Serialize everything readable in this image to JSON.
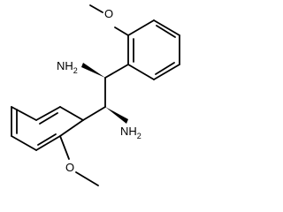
{
  "diagram": {
    "type": "chemical-structure",
    "atom_labels": {
      "amine_top": "NH",
      "amine_top_sub": "2",
      "amine_bottom": "NH",
      "amine_bottom_sub": "2",
      "methoxy_top": "O",
      "methoxy_bottom": "O"
    }
  }
}
